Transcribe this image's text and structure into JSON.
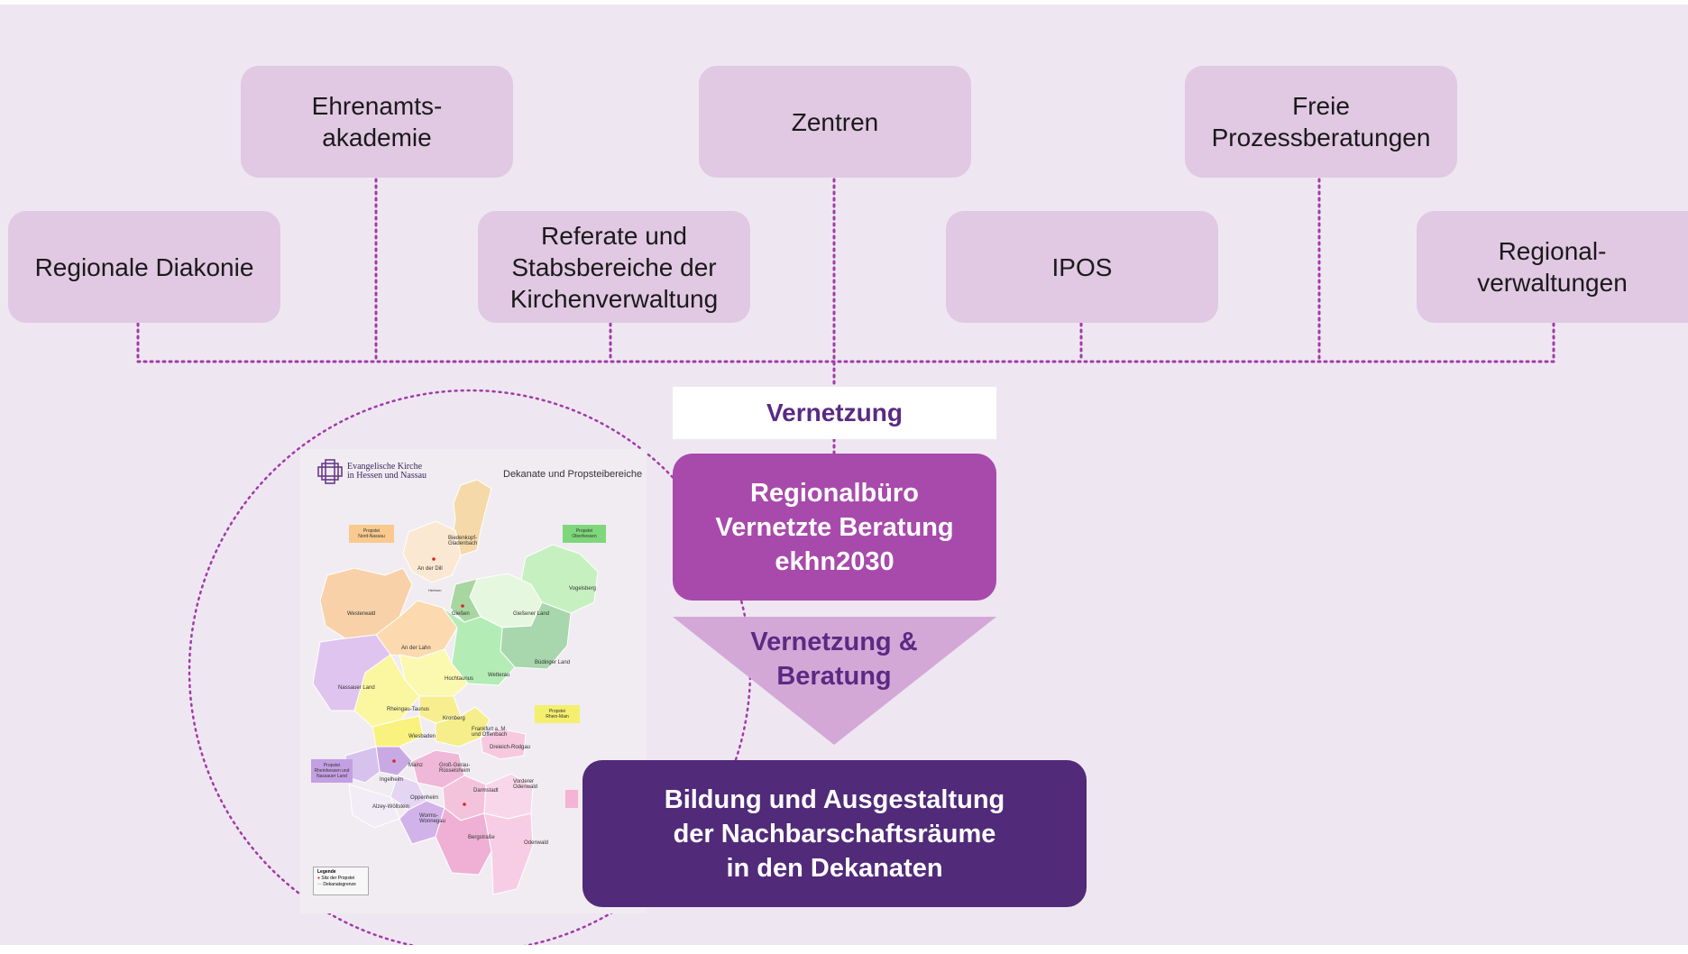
{
  "top_boxes": {
    "ehrenamts": "Ehrenamts-\nakademie",
    "zentren": "Zentren",
    "freie": "Freie\nProzessberatungen",
    "diakonie": "Regionale Diakonie",
    "referate": "Referate und\nStabsbereiche der\nKirchenverwaltung",
    "ipos": "IPOS",
    "regional": "Regional-\nverwaltungen"
  },
  "center": {
    "vernetzung": "Vernetzung",
    "regionalbuero": "Regionalbüro\nVernetzte Beratung\nekhn2030",
    "triangle": "Vernetzung &\nBeratung",
    "bildung": "Bildung und Ausgestaltung\nder Nachbarschaftsräume\nin den Dekanaten"
  },
  "map": {
    "org": "Evangelische Kirche\nin Hessen und Nassau",
    "title": "Dekanate und Propsteibereiche",
    "propsteien": {
      "nord_nassau": "Propstei\nNord-Nassau",
      "oberhessen": "Propstei\nOberhessen",
      "rhein_main": "Propstei\nRhein-Main",
      "rheinhessen": "Propstei\nRheinhessen und\nNassauer Land"
    },
    "dekanate": {
      "biedenkopf": "Biedenkopf-\nGladenbach",
      "an_der_dill": "An der Dill",
      "westerwald": "Westerwald",
      "an_der_lahn": "An der Lahn",
      "vogelsberg": "Vogelsberg",
      "giessener_land": "Gießener Land",
      "giessen": "Gießen",
      "buedinger_land": "Büdinger Land",
      "wetterau": "Wetterau",
      "hochtaunus": "Hochtaunus",
      "nassauer_land": "Nassauer Land",
      "rheingau_taunus": "Rheingau-Taunus",
      "kronberg": "Kronberg",
      "wiesbaden": "Wiesbaden",
      "frankfurt": "Frankfurt a. M.\nund Offenbach",
      "dreieich": "Dreieich-Rodgau",
      "mainz": "Mainz",
      "gross_gerau": "Groß-Gerau-\nRüsselsheim",
      "ingelheim": "Ingelheim",
      "oppenheim": "Oppenheim",
      "vorderer_odenwald": "Vorderer\nOdenwald",
      "darmstadt": "Darmstadt",
      "alzey": "Alzey-Wöllstein",
      "worms": "Worms-\nWonnegau",
      "bergstrasse": "Bergstraße",
      "odenwald": "Odenwald",
      "herborn": "Herborn"
    },
    "legend": {
      "title": "Legende",
      "item1": "Sitz der Propstei",
      "item2": "Dekanatsgrenze"
    }
  },
  "colors": {
    "background": "#eee7f2",
    "top_box": "#e1c8e3",
    "dotted_line": "#a23aa8",
    "regionalbuero": "#a84aab",
    "triangle": "#d4a8d6",
    "bildung": "#512a79",
    "text_purple": "#5a2a84"
  }
}
